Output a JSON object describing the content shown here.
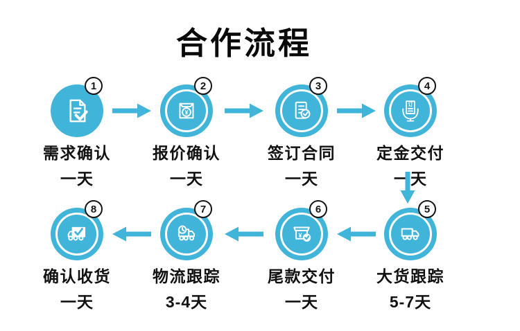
{
  "title": "合作流程",
  "colors": {
    "accent": "#41b4d9",
    "icon_stroke": "#ffffff",
    "badge_background": "#ffffff",
    "badge_border": "#141414",
    "text": "#111111",
    "background": "#ffffff"
  },
  "steps": [
    {
      "number": "1",
      "label": "需求确认",
      "duration": "一天",
      "icon": "document-check-icon"
    },
    {
      "number": "2",
      "label": "报价确认",
      "duration": "一天",
      "icon": "quote-money-envelope-icon",
      "icon_glyph": "¥"
    },
    {
      "number": "3",
      "label": "签订合同",
      "duration": "一天",
      "icon": "contract-check-icon"
    },
    {
      "number": "4",
      "label": "定金交付",
      "duration": "一天",
      "icon": "deposit-payment-icon",
      "icon_glyph": "订"
    },
    {
      "number": "5",
      "label": "大货跟踪",
      "duration": "5-7天",
      "icon": "truck-icon"
    },
    {
      "number": "6",
      "label": "尾款交付",
      "duration": "一天",
      "icon": "package-payment-check-icon",
      "icon_glyph": "¥"
    },
    {
      "number": "7",
      "label": "物流跟踪",
      "duration": "3-4天",
      "icon": "truck-clock-icon"
    },
    {
      "number": "8",
      "label": "确认收货",
      "duration": "一天",
      "icon": "truck-check-icon"
    }
  ]
}
